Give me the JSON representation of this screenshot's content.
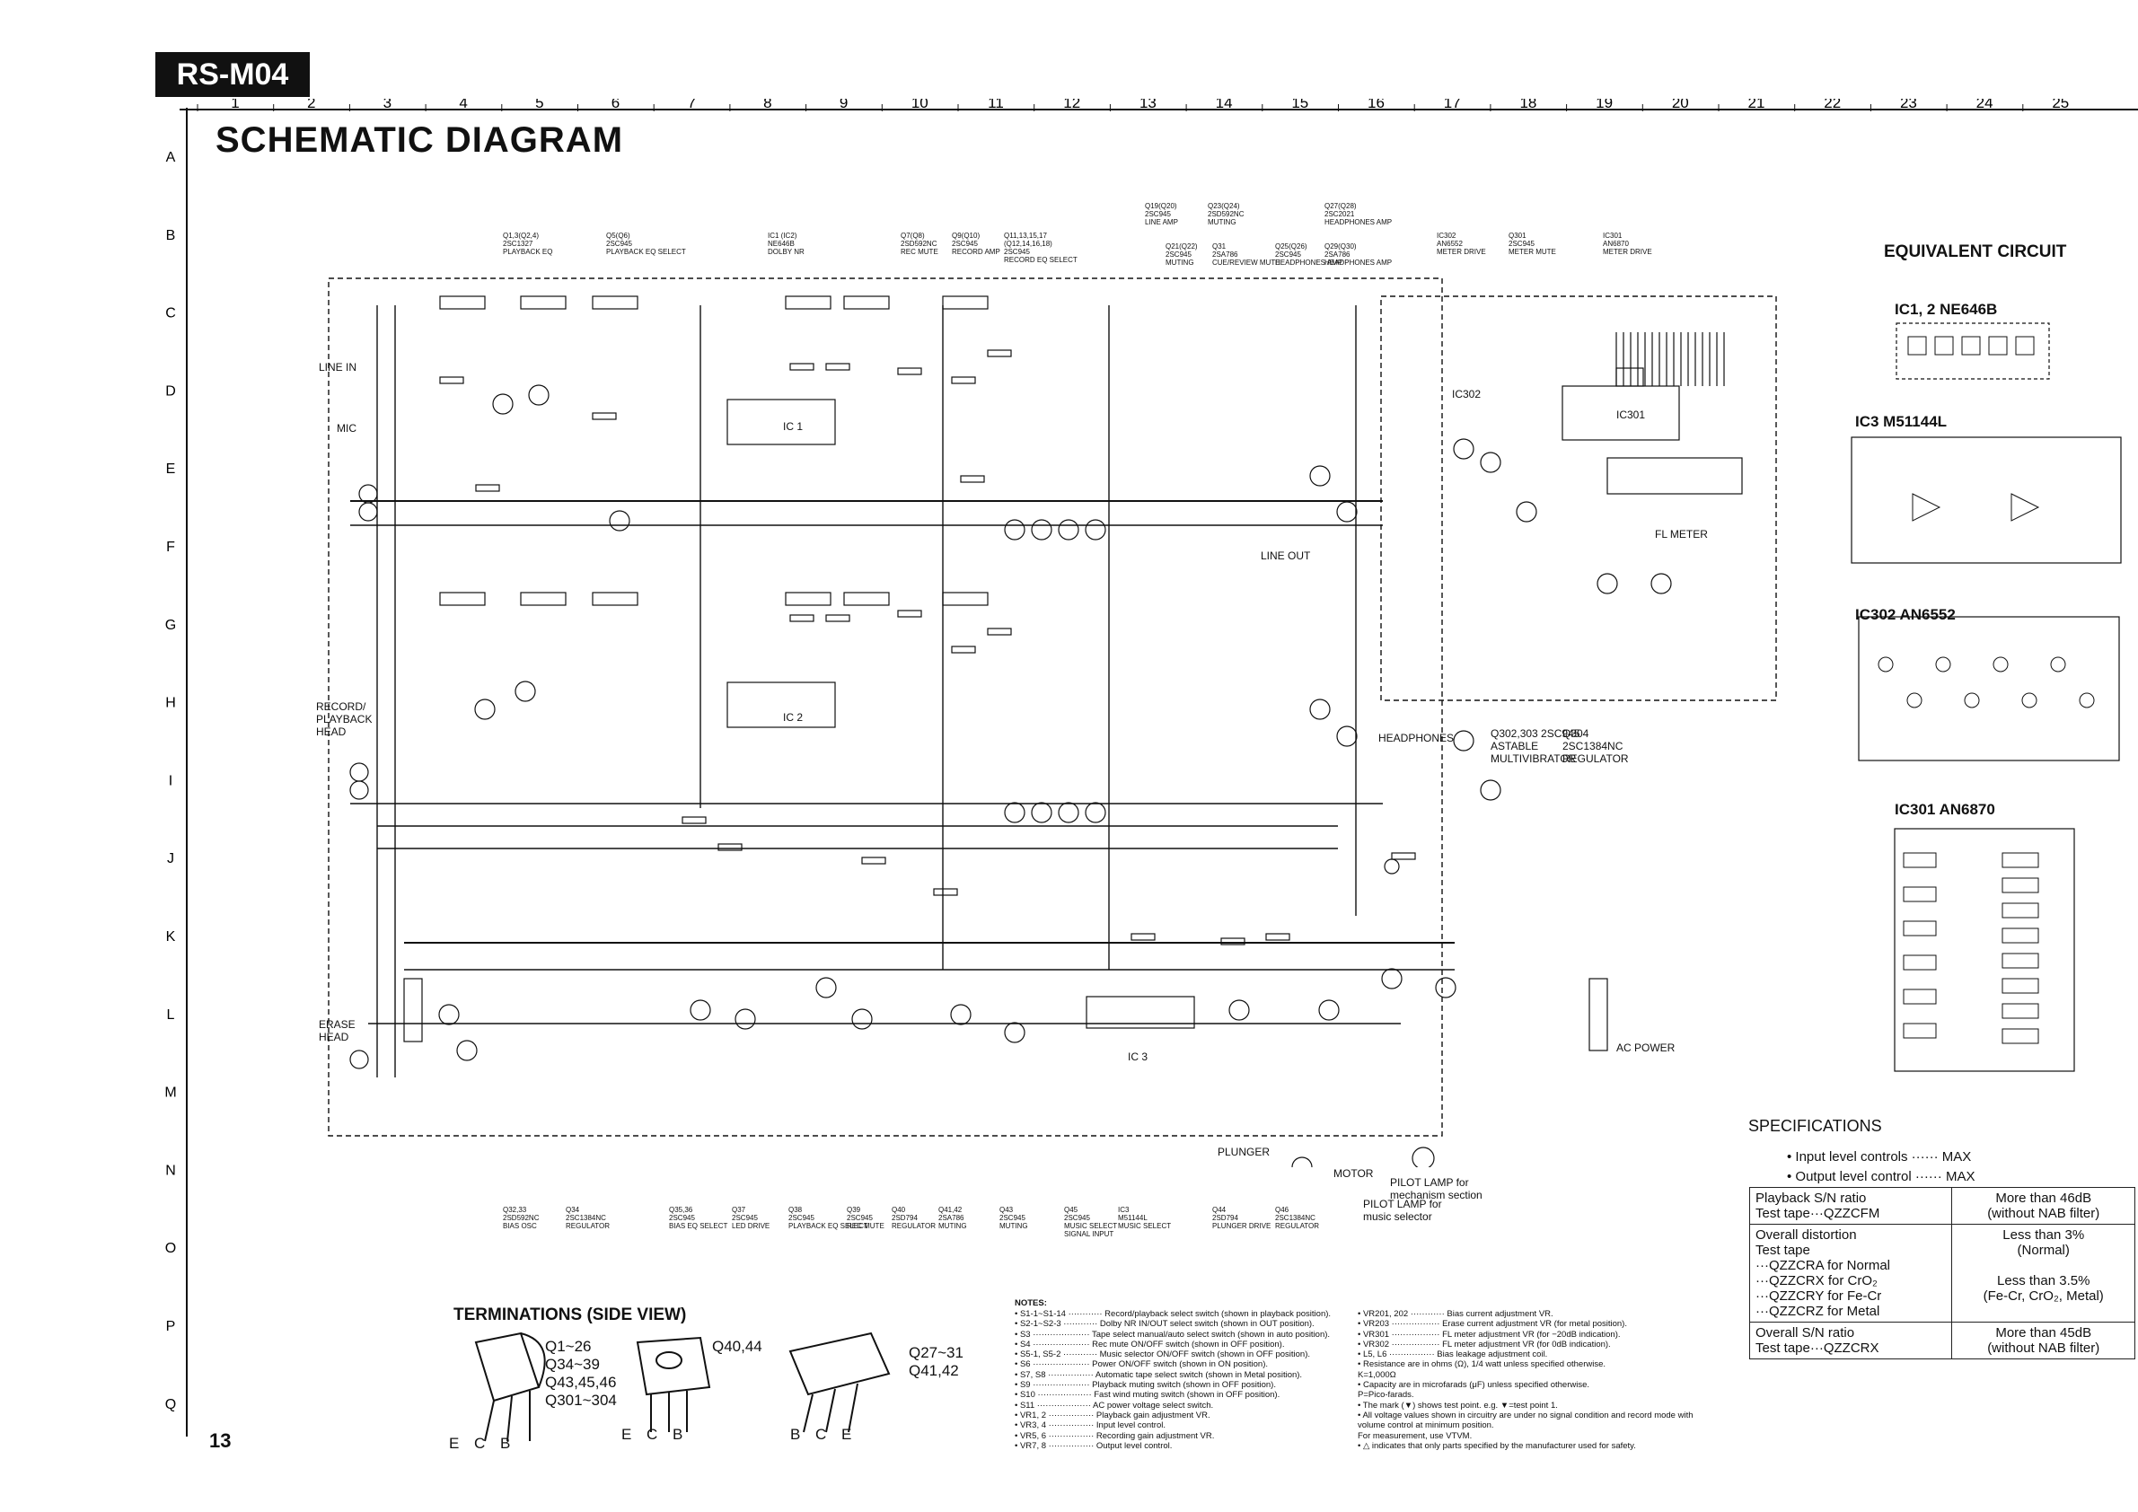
{
  "header": {
    "model": "RS-M04",
    "title": "SCHEMATIC DIAGRAM",
    "page_number": "13"
  },
  "grid": {
    "columns": [
      "1",
      "2",
      "3",
      "4",
      "5",
      "6",
      "7",
      "8",
      "9",
      "10",
      "11",
      "12",
      "13",
      "14",
      "15",
      "16",
      "17",
      "18",
      "19",
      "20",
      "21",
      "22",
      "23",
      "24",
      "25"
    ],
    "rows": [
      "A",
      "B",
      "C",
      "D",
      "E",
      "F",
      "G",
      "H",
      "I",
      "J",
      "K",
      "L",
      "M",
      "N",
      "O",
      "P",
      "Q"
    ]
  },
  "transistor_labels_top": [
    {
      "refs": "Q1,3(Q2,4)",
      "type": "2SC1327",
      "func": "PLAYBACK EQ"
    },
    {
      "refs": "Q5(Q6)",
      "type": "2SC945",
      "func": "PLAYBACK EQ SELECT"
    },
    {
      "refs": "IC1 (IC2)",
      "type": "NE646B",
      "func": "DOLBY NR"
    },
    {
      "refs": "Q7(Q8)",
      "type": "2SD592NC",
      "func": "REC MUTE"
    },
    {
      "refs": "Q9(Q10)",
      "type": "2SC945",
      "func": "RECORD AMP"
    },
    {
      "refs": "Q11,13,15,17 (Q12,14,16,18)",
      "type": "2SC945",
      "func": "RECORD EQ SELECT"
    },
    {
      "refs": "Q19(Q20)",
      "type": "2SC945",
      "func": "LINE AMP"
    },
    {
      "refs": "Q21(Q22)",
      "type": "2SC945",
      "func": "MUTING"
    },
    {
      "refs": "Q23(Q24)",
      "type": "2SD592NC",
      "func": "MUTING"
    },
    {
      "refs": "Q31",
      "type": "2SA786",
      "func": "CUE/REVIEW MUTE"
    },
    {
      "refs": "Q25(Q26)",
      "type": "2SC945",
      "func": "HEADPHONES AMP"
    },
    {
      "refs": "Q27(Q28)",
      "type": "2SC2021",
      "func": "HEADPHONES AMP"
    },
    {
      "refs": "Q29(Q30)",
      "type": "2SA786",
      "func": "HEADPHONES AMP"
    },
    {
      "refs": "IC302",
      "type": "AN6552",
      "func": "METER DRIVE"
    },
    {
      "refs": "Q301",
      "type": "2SC945",
      "func": "METER MUTE"
    },
    {
      "refs": "IC301",
      "type": "AN6870",
      "func": "METER DRIVE"
    }
  ],
  "transistor_labels_bottom": [
    {
      "refs": "Q32,33",
      "type": "2SD592NC",
      "func": "BIAS OSC"
    },
    {
      "refs": "Q34",
      "type": "2SC1384NC",
      "func": "REGULATOR"
    },
    {
      "refs": "Q35,36",
      "type": "2SC945",
      "func": "BIAS EQ SELECT"
    },
    {
      "refs": "Q37",
      "type": "2SC945",
      "func": "LED DRIVE"
    },
    {
      "refs": "Q38",
      "type": "2SC945",
      "func": "PLAYBACK EQ SELECT"
    },
    {
      "refs": "Q39",
      "type": "2SC945",
      "func": "REC MUTE"
    },
    {
      "refs": "Q40",
      "type": "2SD794",
      "func": "REGULATOR"
    },
    {
      "refs": "Q41,42",
      "type": "2SA786",
      "func": "MUTING"
    },
    {
      "refs": "Q43",
      "type": "2SC945",
      "func": "MUTING"
    },
    {
      "refs": "Q45",
      "type": "2SC945",
      "func": "MUSIC SELECT SIGNAL INPUT"
    },
    {
      "refs": "IC3",
      "type": "M51144L",
      "func": "MUSIC SELECT"
    },
    {
      "refs": "Q44",
      "type": "2SD794",
      "func": "PLUNGER DRIVE"
    },
    {
      "refs": "Q46",
      "type": "2SC1384NC",
      "func": "REGULATOR"
    }
  ],
  "schematic_labels": {
    "line_in": "LINE IN",
    "mic": "MIC",
    "record_playback_head": "RECORD/ PLAYBACK HEAD",
    "erase_head": "ERASE HEAD",
    "headphones": "HEADPHONES",
    "line_out": "LINE OUT",
    "fl_meter": "FL METER",
    "ac_power": "AC POWER",
    "motor": "MOTOR",
    "plunger": "PLUNGER",
    "pilot_lamp_mech": "PILOT LAMP for mechanism section",
    "pilot_lamp_music": "PILOT LAMP for music selector",
    "astable": "Q302,303 2SC945 ASTABLE MULTIVIBRATOR",
    "q304": "Q304 2SC1384NC REGULATOR",
    "ic1_label": "IC 1",
    "ic2_label": "IC 2",
    "ic3_label": "IC 3",
    "ic301_label": "IC301",
    "ic302_label": "IC302"
  },
  "equivalent_circuit": {
    "title": "EQUIVALENT CIRCUIT",
    "blocks": [
      {
        "name": "IC1, 2  NE646B"
      },
      {
        "name": "IC3  M51144L"
      },
      {
        "name": "IC302  AN6552"
      },
      {
        "name": "IC301  AN6870"
      }
    ]
  },
  "specifications": {
    "title": "SPECIFICATIONS",
    "conditions": [
      "• Input level controls ······ MAX",
      "• Output level control ······ MAX"
    ],
    "rows": [
      {
        "item": [
          "Playback S/N ratio",
          "Test tape···QZZCFM"
        ],
        "value": [
          "More than 46dB",
          "(without NAB filter)"
        ]
      },
      {
        "item": [
          "Overall distortion",
          "Test tape",
          "···QZZCRA for Normal",
          "···QZZCRX for CrO₂",
          "···QZZCRY for Fe-Cr",
          "···QZZCRZ for Metal"
        ],
        "value": [
          "Less than 3%",
          "(Normal)",
          "",
          "Less than 3.5%",
          "(Fe-Cr, CrO₂, Metal)"
        ]
      },
      {
        "item": [
          "Overall S/N ratio",
          "Test tape···QZZCRX"
        ],
        "value": [
          "More than 45dB",
          "(without NAB filter)"
        ]
      }
    ]
  },
  "terminations": {
    "title": "TERMINATIONS (SIDE VIEW)",
    "packages": [
      {
        "parts": [
          "Q1~26",
          "Q34~39",
          "Q43,45,46",
          "Q301~304"
        ],
        "pins": "E C B"
      },
      {
        "parts": [
          "Q40,44"
        ],
        "pins": "E C B"
      },
      {
        "parts": [
          "Q27~31",
          "Q41,42"
        ],
        "pins": "B C E"
      }
    ]
  },
  "notes": {
    "title": "NOTES:",
    "left": [
      "• S1-1~S1-14 ············ Record/playback select switch (shown in playback position).",
      "• S2-1~S2-3 ············ Dolby NR IN/OUT select switch (shown in OUT position).",
      "• S3 ···················· Tape select manual/auto select switch (shown in auto position).",
      "• S4 ···················· Rec mute ON/OFF switch (shown in OFF position).",
      "• S5-1, S5-2 ············ Music selector ON/OFF switch (shown in OFF position).",
      "• S6 ···················· Power ON/OFF switch (shown in ON position).",
      "• S7, S8 ················ Automatic tape select switch (shown in Metal position).",
      "• S9 ···················· Playback muting switch (shown in OFF position).",
      "• S10 ··················· Fast wind muting switch (shown in OFF position).",
      "• S11 ··················· AC power voltage select switch.",
      "• VR1, 2 ················ Playback gain adjustment VR.",
      "• VR3, 4 ················ Input level control.",
      "• VR5, 6 ················ Recording gain adjustment VR.",
      "• VR7, 8 ················ Output level control."
    ],
    "right": [
      "• VR201, 202 ············ Bias current adjustment VR.",
      "• VR203 ················· Erase current adjustment VR (for metal position).",
      "• VR301 ················· FL meter adjustment VR (for −20dB indication).",
      "• VR302 ················· FL meter adjustment VR (for 0dB indication).",
      "• L5, L6 ················ Bias leakage adjustment coil.",
      "• Resistance are in ohms (Ω), 1/4 watt unless specified otherwise.",
      "   K=1,000Ω",
      "• Capacity are in microfarads (μF) unless specified otherwise.",
      "   P=Pico-farads.",
      "• The mark (▼) shows test point.  e.g. ▼=test point 1.",
      "• All voltage values shown in circuitry are under no signal condition and record mode with",
      "   volume control at minimum position.",
      "   For measurement, use VTVM.",
      "• △ indicates that only parts specified by the manufacturer used for safety."
    ]
  }
}
